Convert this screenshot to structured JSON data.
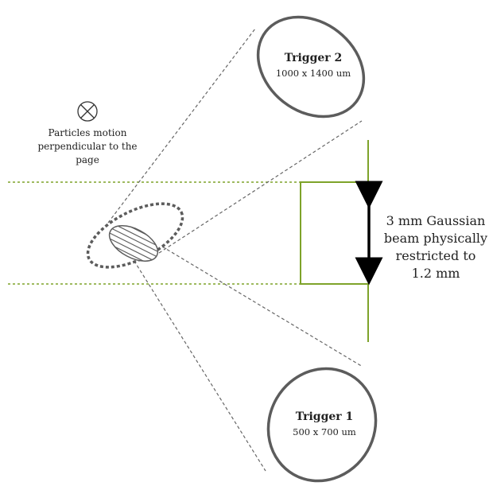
{
  "trigger2": {
    "title": "Trigger 2",
    "size": "1000 x 1400 um"
  },
  "trigger1": {
    "title": "Trigger 1",
    "size": "500 x 700 um"
  },
  "particles_note": {
    "line1": "Particles motion",
    "line2": "perpendicular to the",
    "line3": "page"
  },
  "beam_note": {
    "line1": "3 mm Gaussian",
    "line2": "beam physically",
    "line3": "restricted to",
    "line4": "1.2 mm"
  },
  "colors": {
    "outline": "#5c5c5c",
    "beam_green": "#7ea32a",
    "dotted_lines": "#666666",
    "arrow": "#000000"
  }
}
